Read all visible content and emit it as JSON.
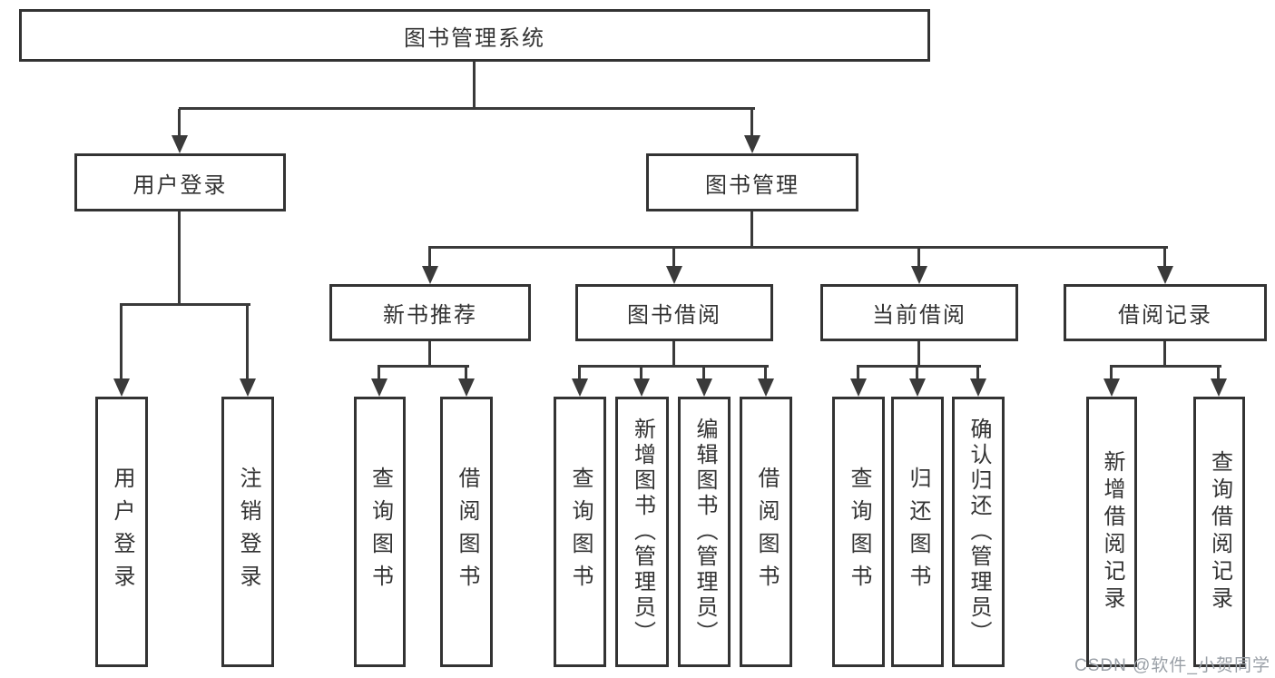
{
  "diagram": {
    "root": {
      "label": "图书管理系统"
    },
    "level2": [
      {
        "label": "用户登录",
        "children": [
          {
            "label": "用户登录"
          },
          {
            "label": "注销登录"
          }
        ]
      },
      {
        "label": "图书管理",
        "children": [
          {
            "label": "新书推荐",
            "children": [
              {
                "label": "查询图书"
              },
              {
                "label": "借阅图书"
              }
            ]
          },
          {
            "label": "图书借阅",
            "children": [
              {
                "label": "查询图书"
              },
              {
                "label": "新增图书（管理员）"
              },
              {
                "label": "编辑图书（管理员）"
              },
              {
                "label": "借阅图书"
              }
            ]
          },
          {
            "label": "当前借阅",
            "children": [
              {
                "label": "查询图书"
              },
              {
                "label": "归还图书"
              },
              {
                "label": "确认归还（管理员）"
              }
            ]
          },
          {
            "label": "借阅记录",
            "children": [
              {
                "label": "新增借阅记录"
              },
              {
                "label": "查询借阅记录"
              }
            ]
          }
        ]
      }
    ],
    "line_color": "#3a3a3a",
    "border_color": "#333333"
  },
  "watermark": {
    "text": "CSDN @软件_小贺同学",
    "color": "#9aa0a7"
  }
}
